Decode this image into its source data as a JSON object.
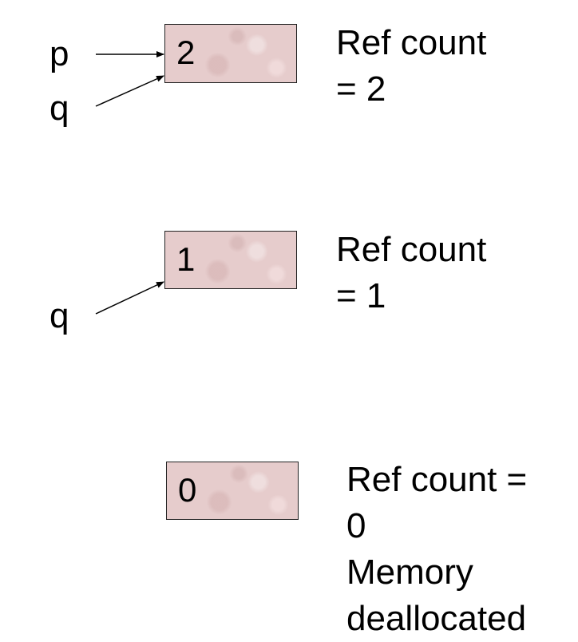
{
  "stages": [
    {
      "pointers": [
        "p",
        "q"
      ],
      "box_value": "2",
      "note_lines": [
        "Ref count",
        "= 2"
      ]
    },
    {
      "pointers": [
        "q"
      ],
      "box_value": "1",
      "note_lines": [
        "Ref count",
        "= 1"
      ]
    },
    {
      "pointers": [],
      "box_value": "0",
      "note_lines": [
        "Ref count =",
        "0",
        "Memory",
        "deallocated"
      ]
    }
  ],
  "colors": {
    "box_fill": "#e6cccc",
    "box_border": "#222222",
    "arrow": "#000000",
    "text": "#000000"
  }
}
